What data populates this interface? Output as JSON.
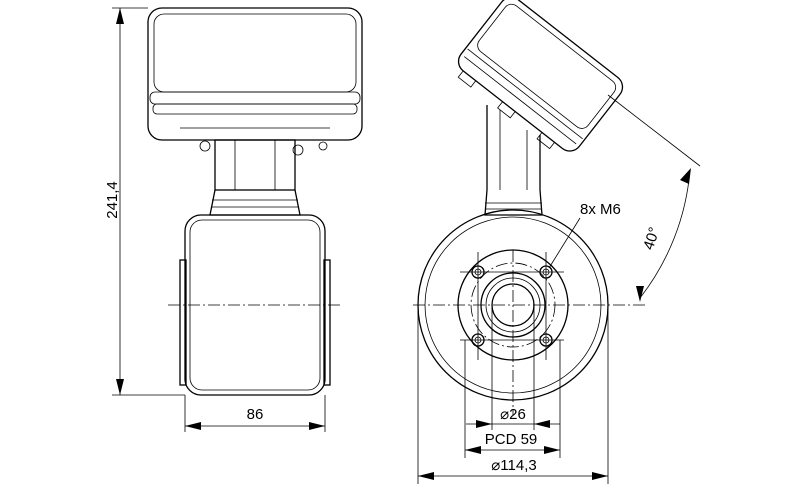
{
  "drawing": {
    "dims": {
      "height": "241,4",
      "width": "86",
      "bolts": "8x M6",
      "tilt_angle": "40°",
      "bore": "⌀26",
      "pcd": "PCD 59",
      "outer": "⌀114,3"
    }
  }
}
